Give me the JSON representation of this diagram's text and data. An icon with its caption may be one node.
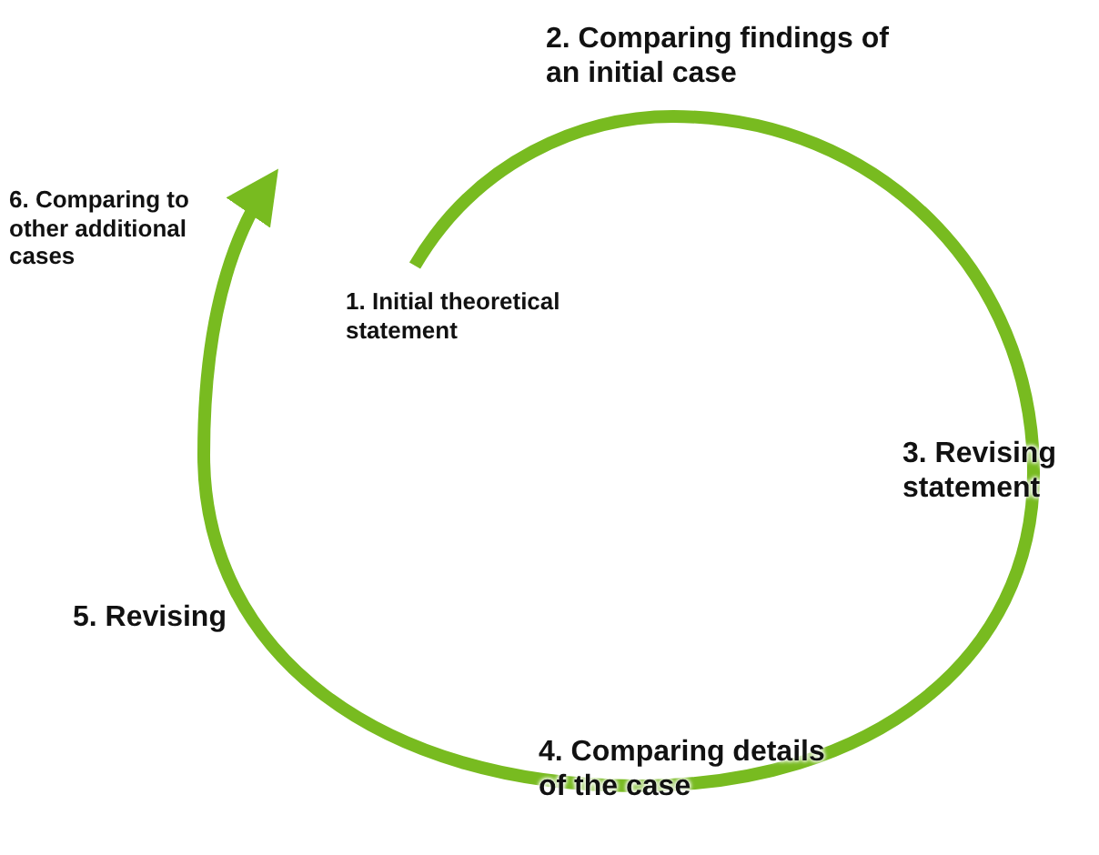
{
  "diagram": {
    "nodes": [
      {
        "text": [
          "1. Initial theoretical statement"
        ]
      },
      {
        "text": [
          "2. Comparing findings of an initial case"
        ]
      },
      {
        "text": [
          "3. Revising statement"
        ]
      },
      {
        "text": [
          "4. Comparing details of the case"
        ]
      },
      {
        "text": [
          "5. Revising"
        ]
      },
      {
        "text": [
          "6. Comparing to other additional cases"
        ]
      }
    ],
    "edges": [
      {
        "from": 0,
        "to": 5,
        "arrow": "to"
      }
    ]
  }
}
